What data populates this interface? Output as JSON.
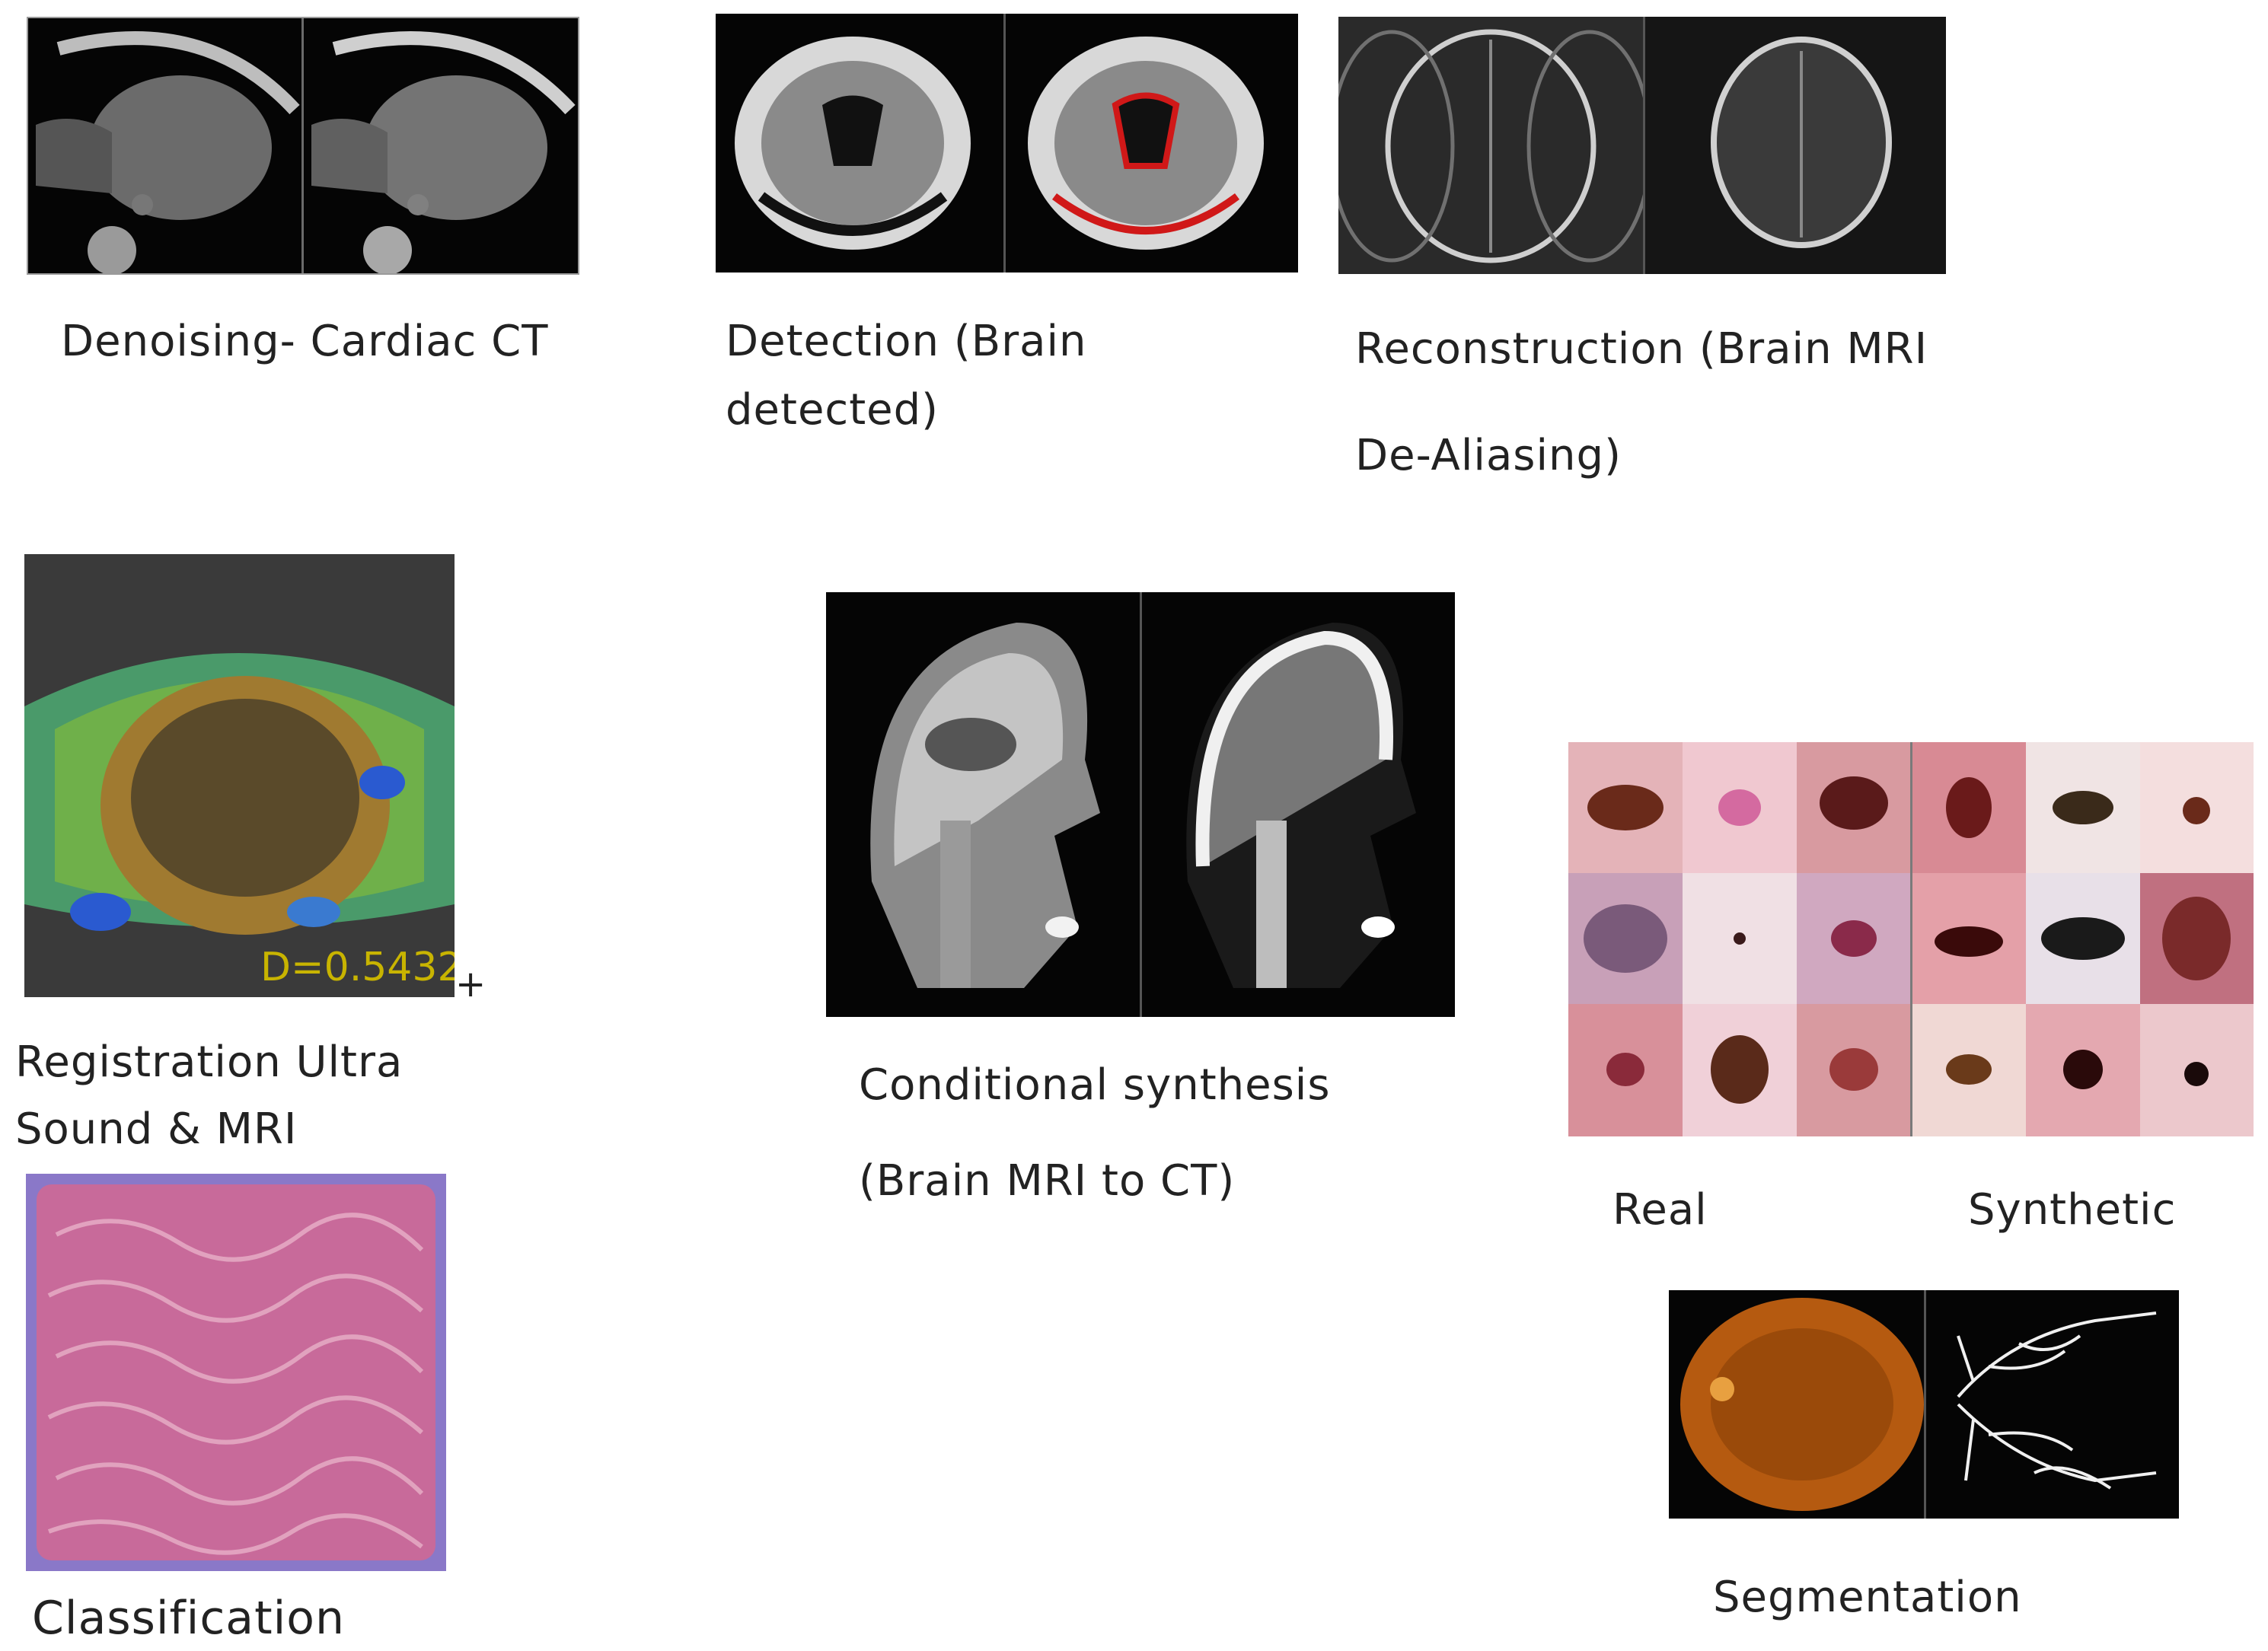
{
  "panels": {
    "denoising": {
      "caption": "Denoising- Cardiac CT"
    },
    "detection": {
      "caption_line1": "Detection (Brain",
      "caption_line2": "detected)"
    },
    "reconstruction": {
      "caption_line1": "Reconstruction (Brain MRI",
      "caption_line2": "De-Aliasing)"
    },
    "registration": {
      "caption_line1": "Registration Ultra",
      "caption_line2": "Sound & MRI",
      "overlay_text": "D=0.5432",
      "marker": "+"
    },
    "synthesis": {
      "caption_line1": "Conditional synthesis",
      "caption_line2": "(Brain MRI to CT)"
    },
    "skin": {
      "label_real": "Real",
      "label_synthetic": "Synthetic"
    },
    "classification": {
      "caption": "Classification"
    },
    "segmentation": {
      "caption": "Segmentation"
    }
  },
  "colors": {
    "background": "#ffffff",
    "scan_black": "#080808",
    "detection_highlight": "#d01818",
    "overlay_yellow": "#c8b400",
    "histology_pink": "#c86a9a",
    "fundus_orange": "#b55a10"
  }
}
